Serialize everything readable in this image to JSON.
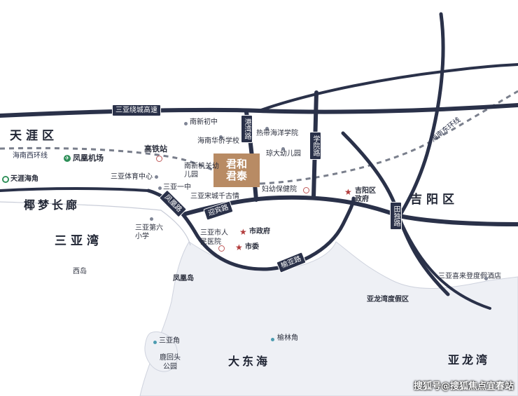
{
  "districts": {
    "tianya": "天涯区",
    "jiyang": "吉阳区",
    "sanya_bay": "三亚湾",
    "coconut": "椰梦长廊",
    "dadonghai": "大东海",
    "yalong_bay": "亚龙湾"
  },
  "roads": {
    "ring_expressway": "三亚绕城高速",
    "west_ring": "海南西环线",
    "east_ring": "海南东环线",
    "gangwan": "港湾路",
    "xueyuan": "学院路",
    "fenghuang": "凤凰路",
    "yingbin": "迎宾路",
    "yuya": "榆亚路",
    "tianyi": "田独路"
  },
  "project": {
    "line1": "君和",
    "line2": "君泰"
  },
  "places": {
    "nanxin_middle": "南新初中",
    "huaqiao_school": "海南华侨学校",
    "tropical_ocean": "热带海洋学院",
    "qiongda_kinder": "琼大幼儿园",
    "high_speed_rail": "高铁站",
    "phoenix_airport": "凤凰机场",
    "tianya_cape": "天涯海角",
    "sports_center": "三亚体育中心",
    "sanya_no1": "三亚一中",
    "nanxin_kinder": "南新机关幼儿园",
    "songcheng": "三亚宋城千古情",
    "maternal": "妇幼保健院",
    "jiyang_gov": "吉阳区政府",
    "sanya_no6": "三亚第六小学",
    "city_hospital": "三亚市人民医院",
    "city_gov": "市政府",
    "city_committee": "市委",
    "xidao": "西岛",
    "fenghuang_island": "凤凰岛",
    "yalong_resort": "亚龙湾度假区",
    "hilton": "三亚喜来登度假酒店",
    "sanya_cape": "三亚角",
    "luhuitou": "鹿回头公园",
    "yulin_cape": "榆林角"
  },
  "watermark": "搜狐号@搜狐焦点宜春站",
  "colors": {
    "road": "#2a3149",
    "rail": "#7a7f8c",
    "project": "#b88b64",
    "land": "#e9ecf2",
    "star": "#b23b3b"
  }
}
